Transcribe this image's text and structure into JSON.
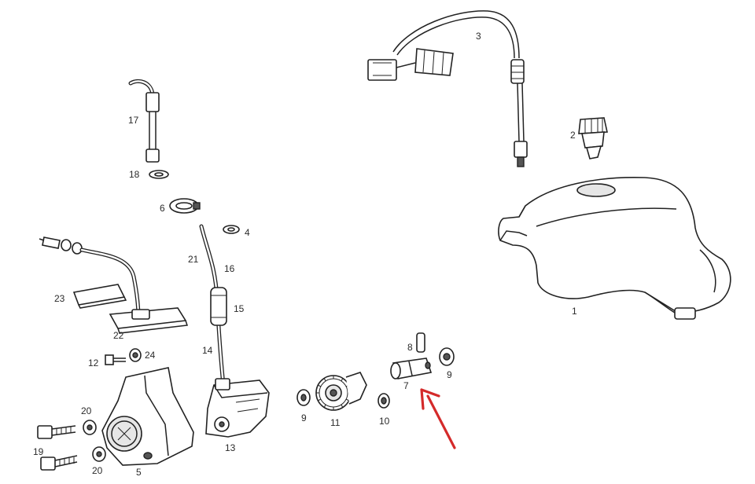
{
  "callouts": {
    "c1": "1",
    "c2": "2",
    "c3": "3",
    "c4": "4",
    "c5": "5",
    "c6": "6",
    "c7": "7",
    "c8": "8",
    "c9a": "9",
    "c9b": "9",
    "c10": "10",
    "c11": "11",
    "c12": "12",
    "c13": "13",
    "c14": "14",
    "c15": "15",
    "c16": "16",
    "c17": "17",
    "c18": "18",
    "c19": "19",
    "c20a": "20",
    "c20b": "20",
    "c21": "21",
    "c22": "22",
    "c23": "23",
    "c24": "24"
  },
  "colors": {
    "line": "#222222",
    "label": "#2b2b2b",
    "arrow": "#d42a2a",
    "background": "#ffffff"
  }
}
